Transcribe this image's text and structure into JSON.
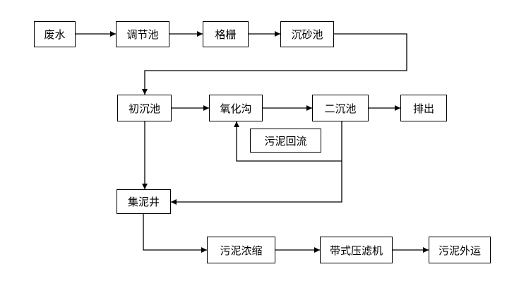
{
  "nodes": {
    "wastewater": "废水",
    "equalization_tank": "调节池",
    "screen": "格栅",
    "grit_chamber": "沉砂池",
    "primary_clarifier": "初沉池",
    "oxidation_ditch": "氧化沟",
    "secondary_clarifier": "二沉池",
    "discharge": "排出",
    "sludge_well": "集泥井",
    "sludge_thickening": "污泥浓缩",
    "belt_filter_press": "带式压滤机",
    "sludge_transport": "污泥外运"
  },
  "labels": {
    "sludge_return": "污泥回流"
  },
  "colors": {
    "stroke": "#000000",
    "background": "#ffffff"
  }
}
